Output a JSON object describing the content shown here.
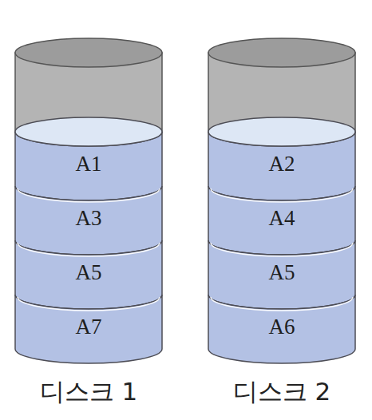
{
  "diagram": {
    "nodes": [
      {
        "text": [
          "디스크 1"
        ]
      },
      {
        "text": [
          "A1"
        ],
        "in": 0
      },
      {
        "text": [
          "A3"
        ],
        "in": 0
      },
      {
        "text": [
          "A5"
        ],
        "in": 0
      },
      {
        "text": [
          "A7"
        ],
        "in": 0
      },
      {
        "text": [
          "디스크 2"
        ]
      },
      {
        "text": [
          "A2"
        ],
        "in": 5
      },
      {
        "text": [
          "A4"
        ],
        "in": 5
      },
      {
        "text": [
          "A5"
        ],
        "in": 5
      },
      {
        "text": [
          "A6"
        ],
        "in": 5
      }
    ]
  }
}
